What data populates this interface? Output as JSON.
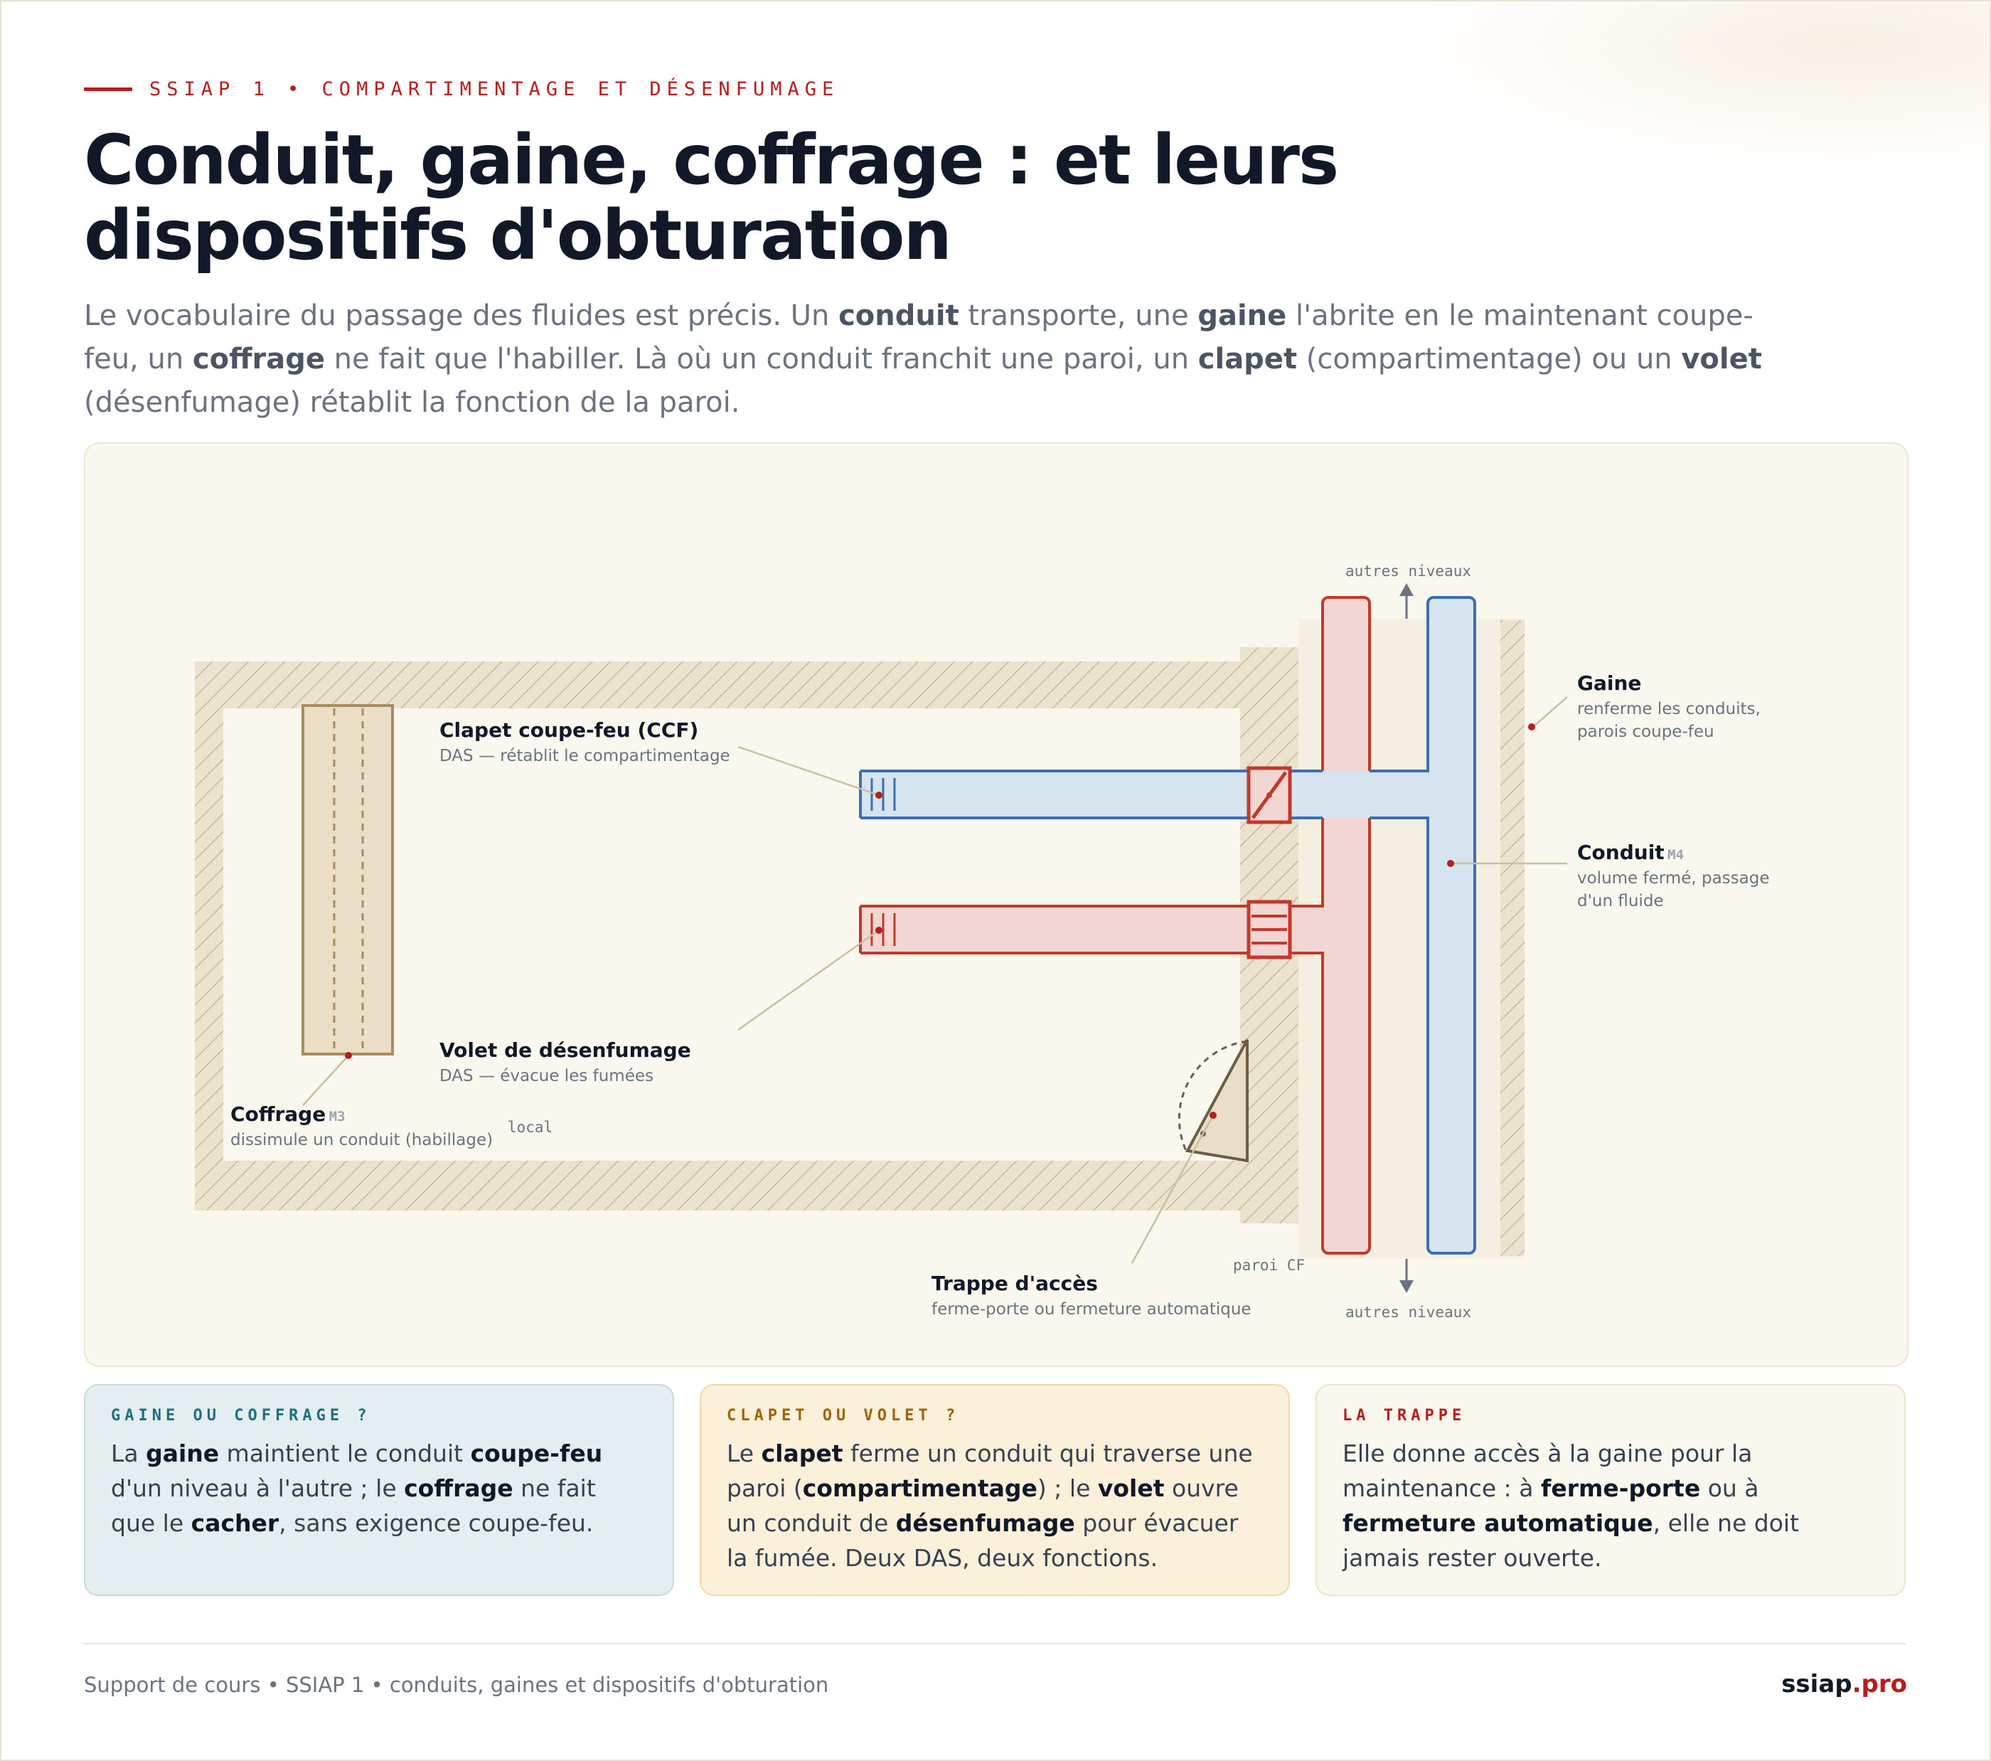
{
  "header": {
    "kicker": "SSIAP 1 • COMPARTIMENTAGE ET DÉSENFUMAGE",
    "title": "Conduit, gaine, coffrage : et leurs dispositifs d'obturation",
    "lead": {
      "t1": "Le vocabulaire du passage des fluides est précis. Un ",
      "b1": "conduit",
      "t2": " transporte, une ",
      "b2": "gaine",
      "t3": " l'abrite en le maintenant coupe-feu, un ",
      "b3": "coffrage",
      "t4": " ne fait que l'habiller. Là où un conduit franchit une paroi, un ",
      "b4": "clapet",
      "t5": " (compartimentage) ou un ",
      "b5": "volet",
      "t6": " (désenfumage) rétablit la fonction de la paroi."
    }
  },
  "diagram": {
    "local_label": "local",
    "paroi_label": "paroi CF",
    "levels_top": "autres niveaux",
    "levels_bottom": "autres niveaux",
    "ccf": {
      "title": "Clapet coupe-feu (CCF)",
      "sub": "DAS — rétablit le compartimentage"
    },
    "volet": {
      "title": "Volet de désenfumage",
      "sub": "DAS — évacue les fumées"
    },
    "coffrage": {
      "title": "Coffrage",
      "code": "M3",
      "sub": "dissimule un conduit (habillage)"
    },
    "trappe": {
      "title": "Trappe d'accès",
      "sub": "ferme-porte ou fermeture automatique"
    },
    "gaine": {
      "title": "Gaine",
      "sub1": "renferme les conduits,",
      "sub2": "parois coupe-feu"
    },
    "conduit": {
      "title": "Conduit",
      "code": "M4",
      "sub1": "volume fermé, passage",
      "sub2": "d'un fluide"
    },
    "colors": {
      "blue_duct": "#d6e4f0",
      "blue_stroke": "#3b6fb0",
      "red_duct": "#f2d6d4",
      "red_stroke": "#c0392b",
      "wall_hatch": "#c9b896",
      "accent": "#b91c1c"
    }
  },
  "cards": [
    {
      "title": "GAINE OU COFFRAGE ?",
      "t1": "La ",
      "b1": "gaine",
      "t2": " maintient le conduit ",
      "b2": "coupe-feu",
      "t3": " d'un niveau à l'autre ; le ",
      "b3": "coffrage",
      "t4": " ne fait que le ",
      "b4": "cacher",
      "t5": ", sans exigence coupe-feu."
    },
    {
      "title": "CLAPET OU VOLET ?",
      "t1": "Le ",
      "b1": "clapet",
      "t2": " ferme un conduit qui traverse une paroi (",
      "b2": "compartimentage",
      "t3": ") ; le ",
      "b3": "volet",
      "t4": " ouvre un conduit de ",
      "b4": "désenfumage",
      "t5": " pour évacuer la fumée. Deux DAS, deux fonctions."
    },
    {
      "title": "LA TRAPPE",
      "t1": "Elle donne accès à la gaine pour la maintenance : à ",
      "b1": "ferme-porte",
      "t2": " ou à ",
      "b2": "fermeture automatique",
      "t3": ", elle ne doit jamais rester ouverte."
    }
  ],
  "footer": {
    "left": "Support de cours • SSIAP 1 • conduits, gaines et dispositifs d'obturation",
    "brand_main": "ssiap",
    "brand_accent": ".pro"
  }
}
